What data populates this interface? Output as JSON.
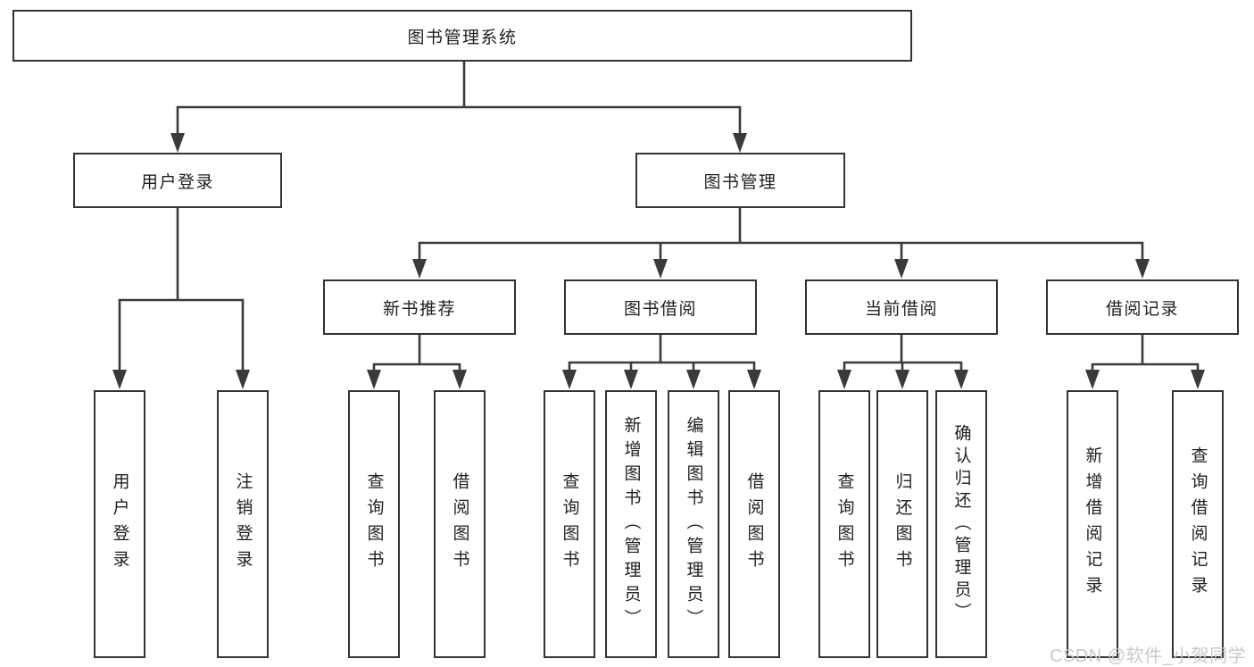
{
  "watermark": "CSDN @软件_小贺同学",
  "colors": {
    "line": "#3a3a3a",
    "box_border": "#333333",
    "text": "#1f1f1f",
    "watermark": "#c6c6c8",
    "background": "#ffffff"
  },
  "tree": {
    "label": "图书管理系统",
    "children": [
      {
        "label": "用户登录",
        "children": [
          {
            "label": "用户登录"
          },
          {
            "label": "注销登录"
          }
        ]
      },
      {
        "label": "图书管理",
        "children": [
          {
            "label": "新书推荐",
            "children": [
              {
                "label": "查询图书"
              },
              {
                "label": "借阅图书"
              }
            ]
          },
          {
            "label": "图书借阅",
            "children": [
              {
                "label": "查询图书"
              },
              {
                "label": "新增图书（管理员）"
              },
              {
                "label": "编辑图书（管理员）"
              },
              {
                "label": "借阅图书"
              }
            ]
          },
          {
            "label": "当前借阅",
            "children": [
              {
                "label": "查询图书"
              },
              {
                "label": "归还图书"
              },
              {
                "label": "确认归还（管理员）"
              }
            ]
          },
          {
            "label": "借阅记录",
            "children": [
              {
                "label": "新增借阅记录"
              },
              {
                "label": "查询借阅记录"
              }
            ]
          }
        ]
      }
    ]
  }
}
